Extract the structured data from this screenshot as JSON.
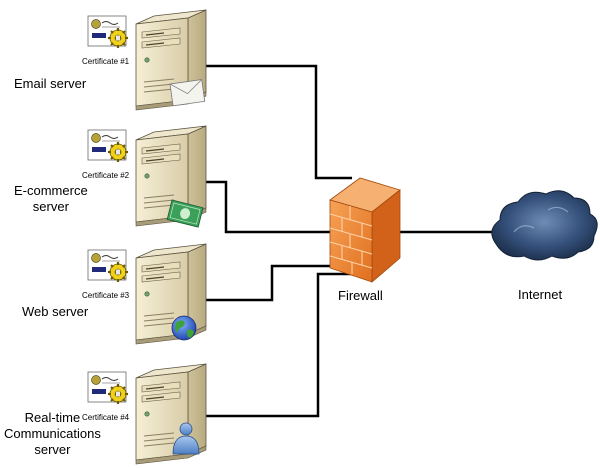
{
  "servers": [
    {
      "label": "Email server",
      "certificate": "Certificate #1",
      "badge": "envelope-icon"
    },
    {
      "label": "E-commerce\nserver",
      "certificate": "Certificate #2",
      "badge": "money-icon"
    },
    {
      "label": "Web server",
      "certificate": "Certificate #3",
      "badge": "globe-icon"
    },
    {
      "label": "Real-time\nCommunications\nserver",
      "certificate": "Certificate #4",
      "badge": "user-icon"
    }
  ],
  "firewall": {
    "label": "Firewall",
    "icon": "firewall-icon"
  },
  "internet": {
    "label": "Internet",
    "icon": "cloud-icon"
  },
  "colors": {
    "line": "#000000",
    "server_body": "#efe6c6",
    "firewall": "#f28a2e",
    "cloud": "#2f4b70"
  }
}
